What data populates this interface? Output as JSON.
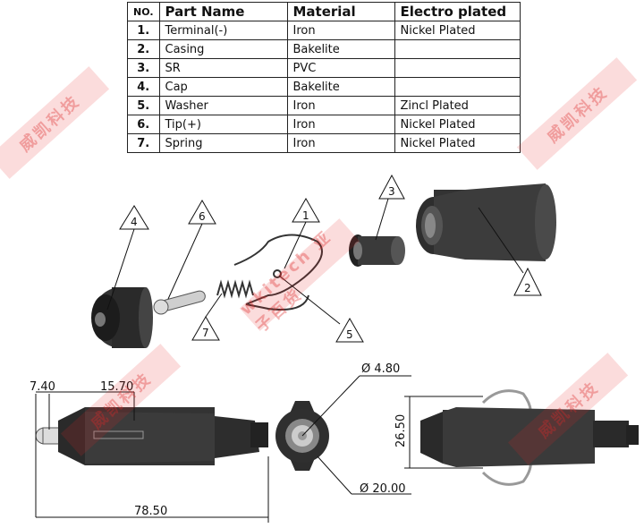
{
  "table": {
    "headers": [
      "NO.",
      "Part Name",
      "Material",
      "Electro plated"
    ],
    "rows": [
      {
        "no": "1.",
        "name": "Terminal(-)",
        "material": "Iron",
        "plated": "Nickel Plated"
      },
      {
        "no": "2.",
        "name": "Casing",
        "material": "Bakelite",
        "plated": ""
      },
      {
        "no": "3.",
        "name": "SR",
        "material": "PVC",
        "plated": ""
      },
      {
        "no": "4.",
        "name": "Cap",
        "material": "Bakelite",
        "plated": ""
      },
      {
        "no": "5.",
        "name": "Washer",
        "material": "Iron",
        "plated": "Zincl Plated"
      },
      {
        "no": "6.",
        "name": "Tip(+)",
        "material": "Iron",
        "plated": "Nickel Plated"
      },
      {
        "no": "7.",
        "name": "Spring",
        "material": "Iron",
        "plated": "Nickel Plated"
      }
    ]
  },
  "callouts": [
    "1",
    "2",
    "3",
    "4",
    "5",
    "6",
    "7"
  ],
  "dimensions": {
    "d1": "7.40",
    "d2": "15.70",
    "overall": "78.50",
    "dia_small": "Ø 4.80",
    "dia_large": "Ø 20.00",
    "height": "26.50"
  },
  "watermark_text": "威凯科技",
  "watermark_alt": "wkitech 亚子百货",
  "colors": {
    "watermark": "#e82828",
    "part_dark": "#2a2a2a",
    "outline": "#111111"
  }
}
